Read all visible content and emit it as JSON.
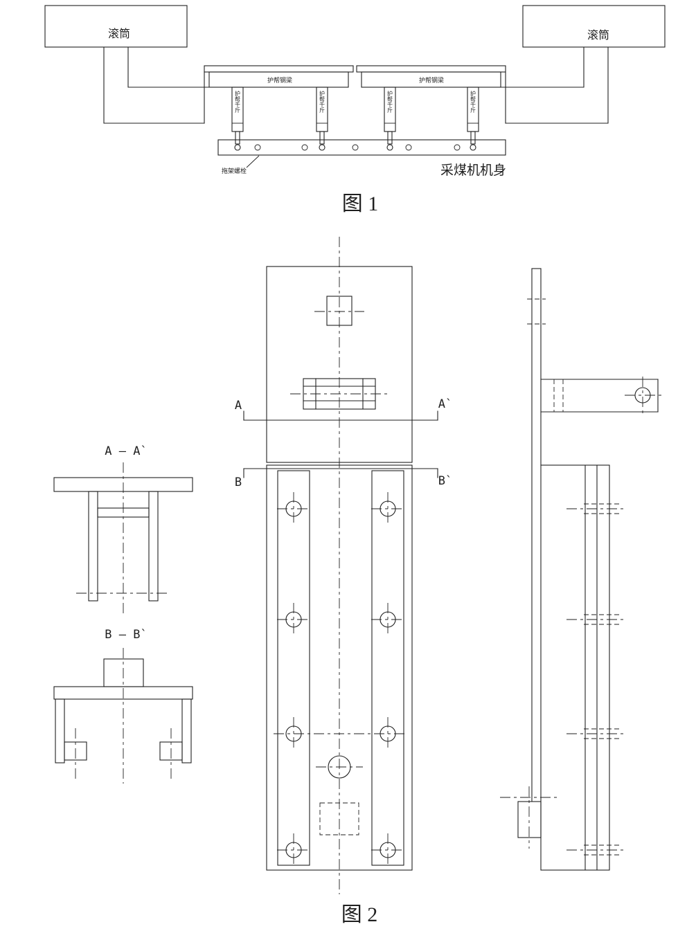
{
  "page": {
    "background": "#ffffff",
    "ink": "#1f1f1f"
  },
  "figure1": {
    "caption": "图 1",
    "left_drum_label": "滚筒",
    "right_drum_label": "滚筒",
    "left_beam_label": "护帮钢梁",
    "right_beam_label": "护帮钢梁",
    "jack_labels": [
      "护帮千斤",
      "护帮千斤",
      "护帮千斤",
      "护帮千斤"
    ],
    "machine_body_label": "采煤机机身",
    "bolt_label": "拖架螺栓"
  },
  "figure2": {
    "caption": "图 2",
    "section_aa_title": "A — A`",
    "section_bb_title": "B — B`",
    "marker_a": "A",
    "marker_a_prime": "A`",
    "marker_b": "B",
    "marker_b_prime": "B`"
  }
}
